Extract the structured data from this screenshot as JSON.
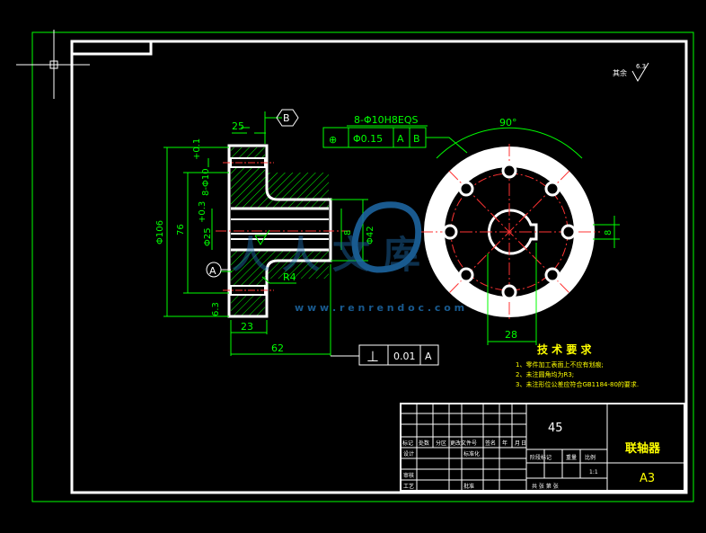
{
  "drawing": {
    "surface_finish_note": "其余",
    "surface_finish_value": "6.3",
    "roughness_left": "6.3",
    "roughness_left_bottom": "6.3",
    "roughness_face": "3.2"
  },
  "dimensions": {
    "angle_25": "25",
    "dia_106": "Φ106",
    "dim_76": "76",
    "holes_side": "8-Φ10",
    "dia_25": "Φ25",
    "dia_42": "Φ42",
    "chamfer": "6.3",
    "width_23": "23",
    "length_62": "62",
    "radius_r4": "R4",
    "keyway_8_left": "8",
    "keyway_8_right": "8",
    "keyway_28": "28",
    "angle_90": "90°",
    "holes_callout": "8-Φ10H8EQS",
    "hole_tol_up": "+0.1",
    "bore_tol_up": "+0.3"
  },
  "datums": {
    "datum_a": "A",
    "datum_b": "B"
  },
  "gdt_position": {
    "symbol": "⊕",
    "tolerance": "Φ0.15",
    "ref1": "A",
    "ref2": "B"
  },
  "gdt_perp": {
    "symbol": "⊥",
    "tolerance": "0.01",
    "ref": "A"
  },
  "tech_requirements": {
    "title": "技 术 要 求",
    "items": [
      "1、零件加工表面上不应有划痕;",
      "2、未注圆角均为R3;",
      "3、未注形位公差应符合GB1184-80的要求."
    ]
  },
  "title_block": {
    "material": "45",
    "part_name": "联轴器",
    "sheet_size": "A3",
    "scale": "1:1",
    "col_headers": [
      "标记",
      "处数",
      "分区",
      "更改文件号",
      "签名",
      "年",
      "月",
      "日"
    ],
    "row_labels": [
      "设计",
      "审核",
      "工艺"
    ],
    "mid_labels": [
      "标准化",
      "批准"
    ],
    "stage_label": "阶段标记",
    "weight_label": "重量",
    "scale_label": "比例",
    "sheets_label": "共   张  第   张"
  },
  "watermark": {
    "brand": "人人文库",
    "url": "w w w . r e n r e n d o c . c o m"
  }
}
